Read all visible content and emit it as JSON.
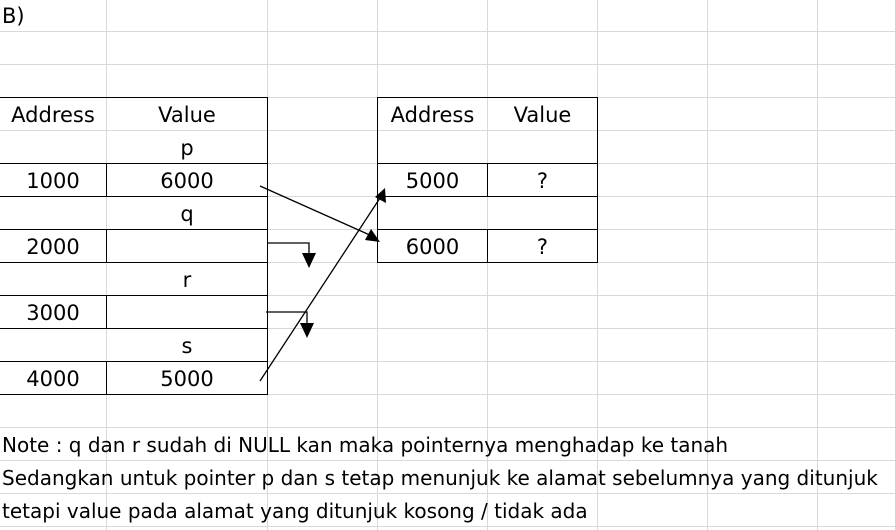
{
  "section_label": "B)",
  "left_table": {
    "headers": [
      "Address",
      "Value"
    ],
    "rows": [
      {
        "type": "name",
        "value": "p"
      },
      {
        "type": "entry",
        "address": "1000",
        "value": "6000"
      },
      {
        "type": "name",
        "value": "q"
      },
      {
        "type": "entry",
        "address": "2000",
        "value": ""
      },
      {
        "type": "name",
        "value": "r"
      },
      {
        "type": "entry",
        "address": "3000",
        "value": ""
      },
      {
        "type": "name",
        "value": "s"
      },
      {
        "type": "entry",
        "address": "4000",
        "value": "5000"
      }
    ]
  },
  "right_table": {
    "headers": [
      "Address",
      "Value"
    ],
    "rows": [
      {
        "address": "5000",
        "value": "?"
      },
      {
        "address": "6000",
        "value": "?"
      }
    ]
  },
  "notes": [
    "Note : q dan r sudah di NULL kan maka pointernya menghadap ke tanah",
    "Sedangkan untuk  pointer p dan s tetap menunjuk ke alamat sebelumnya yang ditunjuk",
    "tetapi value pada alamat yang ditunjuk kosong / tidak ada"
  ]
}
